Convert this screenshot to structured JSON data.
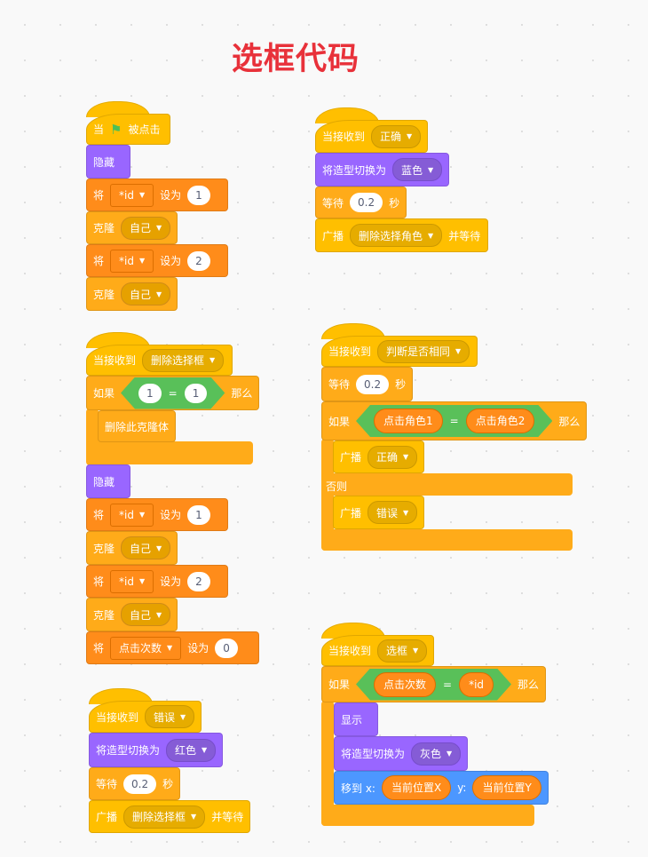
{
  "title": "选框代码",
  "colors": {
    "events": "#ffbf00",
    "looks": "#9966ff",
    "variables": "#ff8c1a",
    "control": "#ffab19",
    "operators": "#59c059",
    "motion": "#4c97ff",
    "title": "#e8313a"
  },
  "scripts": [
    {
      "blocks": [
        {
          "cat": "events",
          "parts": [
            {
              "t": "text",
              "v": "当"
            },
            {
              "t": "flag",
              "v": "green-flag-icon"
            },
            {
              "t": "text",
              "v": "被点击"
            }
          ]
        },
        {
          "cat": "looks",
          "parts": [
            {
              "t": "text",
              "v": "隐藏"
            }
          ]
        },
        {
          "cat": "variables",
          "parts": [
            {
              "t": "text",
              "v": "将"
            },
            {
              "t": "dd",
              "v": "*id"
            },
            {
              "t": "text",
              "v": "设为"
            },
            {
              "t": "num",
              "v": "1"
            }
          ]
        },
        {
          "cat": "control",
          "parts": [
            {
              "t": "text",
              "v": "克隆"
            },
            {
              "t": "dd",
              "v": "自己"
            }
          ]
        },
        {
          "cat": "variables",
          "parts": [
            {
              "t": "text",
              "v": "将"
            },
            {
              "t": "dd",
              "v": "*id"
            },
            {
              "t": "text",
              "v": "设为"
            },
            {
              "t": "num",
              "v": "2"
            }
          ]
        },
        {
          "cat": "control",
          "parts": [
            {
              "t": "text",
              "v": "克隆"
            },
            {
              "t": "dd",
              "v": "自己"
            }
          ]
        }
      ]
    },
    {
      "blocks": [
        {
          "cat": "events",
          "parts": [
            {
              "t": "text",
              "v": "当接收到"
            },
            {
              "t": "dd",
              "v": "删除选择框"
            }
          ]
        },
        {
          "cat": "control",
          "parts": [
            {
              "t": "text",
              "v": "如果"
            },
            {
              "t": "bool",
              "parts": [
                {
                  "t": "num",
                  "v": "1"
                },
                {
                  "t": "text",
                  "v": "="
                },
                {
                  "t": "num",
                  "v": "1"
                }
              ]
            },
            {
              "t": "text",
              "v": "那么"
            }
          ],
          "inner": [
            {
              "cat": "control",
              "parts": [
                {
                  "t": "text",
                  "v": "删除此克隆体"
                }
              ]
            }
          ]
        },
        {
          "cat": "looks",
          "parts": [
            {
              "t": "text",
              "v": "隐藏"
            }
          ]
        },
        {
          "cat": "variables",
          "parts": [
            {
              "t": "text",
              "v": "将"
            },
            {
              "t": "dd",
              "v": "*id"
            },
            {
              "t": "text",
              "v": "设为"
            },
            {
              "t": "num",
              "v": "1"
            }
          ]
        },
        {
          "cat": "control",
          "parts": [
            {
              "t": "text",
              "v": "克隆"
            },
            {
              "t": "dd",
              "v": "自己"
            }
          ]
        },
        {
          "cat": "variables",
          "parts": [
            {
              "t": "text",
              "v": "将"
            },
            {
              "t": "dd",
              "v": "*id"
            },
            {
              "t": "text",
              "v": "设为"
            },
            {
              "t": "num",
              "v": "2"
            }
          ]
        },
        {
          "cat": "control",
          "parts": [
            {
              "t": "text",
              "v": "克隆"
            },
            {
              "t": "dd",
              "v": "自己"
            }
          ]
        },
        {
          "cat": "variables",
          "parts": [
            {
              "t": "text",
              "v": "将"
            },
            {
              "t": "dd",
              "v": "点击次数"
            },
            {
              "t": "text",
              "v": "设为"
            },
            {
              "t": "num",
              "v": "0"
            }
          ]
        }
      ]
    },
    {
      "blocks": [
        {
          "cat": "events",
          "parts": [
            {
              "t": "text",
              "v": "当接收到"
            },
            {
              "t": "dd",
              "v": "错误"
            }
          ]
        },
        {
          "cat": "looks",
          "parts": [
            {
              "t": "text",
              "v": "将造型切换为"
            },
            {
              "t": "dd",
              "v": "红色"
            }
          ]
        },
        {
          "cat": "control",
          "parts": [
            {
              "t": "text",
              "v": "等待"
            },
            {
              "t": "num",
              "v": "0.2"
            },
            {
              "t": "text",
              "v": "秒"
            }
          ]
        },
        {
          "cat": "events",
          "parts": [
            {
              "t": "text",
              "v": "广播"
            },
            {
              "t": "dd",
              "v": "删除选择框"
            },
            {
              "t": "text",
              "v": "并等待"
            }
          ]
        }
      ]
    },
    {
      "blocks": [
        {
          "cat": "events",
          "parts": [
            {
              "t": "text",
              "v": "当接收到"
            },
            {
              "t": "dd",
              "v": "正确"
            }
          ]
        },
        {
          "cat": "looks",
          "parts": [
            {
              "t": "text",
              "v": "将造型切换为"
            },
            {
              "t": "dd",
              "v": "蓝色"
            }
          ]
        },
        {
          "cat": "control",
          "parts": [
            {
              "t": "text",
              "v": "等待"
            },
            {
              "t": "num",
              "v": "0.2"
            },
            {
              "t": "text",
              "v": "秒"
            }
          ]
        },
        {
          "cat": "events",
          "parts": [
            {
              "t": "text",
              "v": "广播"
            },
            {
              "t": "dd",
              "v": "删除选择角色"
            },
            {
              "t": "text",
              "v": "并等待"
            }
          ]
        }
      ]
    },
    {
      "blocks": [
        {
          "cat": "events",
          "parts": [
            {
              "t": "text",
              "v": "当接收到"
            },
            {
              "t": "dd",
              "v": "判断是否相同"
            }
          ]
        },
        {
          "cat": "control",
          "parts": [
            {
              "t": "text",
              "v": "等待"
            },
            {
              "t": "num",
              "v": "0.2"
            },
            {
              "t": "text",
              "v": "秒"
            }
          ]
        },
        {
          "cat": "control",
          "parts": [
            {
              "t": "text",
              "v": "如果"
            },
            {
              "t": "bool",
              "parts": [
                {
                  "t": "rep",
                  "v": "点击角色1"
                },
                {
                  "t": "text",
                  "v": "="
                },
                {
                  "t": "rep",
                  "v": "点击角色2"
                }
              ]
            },
            {
              "t": "text",
              "v": "那么"
            }
          ],
          "inner": [
            {
              "cat": "events",
              "parts": [
                {
                  "t": "text",
                  "v": "广播"
                },
                {
                  "t": "dd",
                  "v": "正确"
                }
              ]
            }
          ],
          "else_label": "否则",
          "else_inner": [
            {
              "cat": "events",
              "parts": [
                {
                  "t": "text",
                  "v": "广播"
                },
                {
                  "t": "dd",
                  "v": "错误"
                }
              ]
            }
          ]
        }
      ]
    },
    {
      "blocks": [
        {
          "cat": "events",
          "parts": [
            {
              "t": "text",
              "v": "当接收到"
            },
            {
              "t": "dd",
              "v": "选框"
            }
          ]
        },
        {
          "cat": "control",
          "parts": [
            {
              "t": "text",
              "v": "如果"
            },
            {
              "t": "bool",
              "parts": [
                {
                  "t": "rep",
                  "v": "点击次数"
                },
                {
                  "t": "text",
                  "v": "="
                },
                {
                  "t": "rep",
                  "v": "*id"
                }
              ]
            },
            {
              "t": "text",
              "v": "那么"
            }
          ],
          "inner": [
            {
              "cat": "looks",
              "parts": [
                {
                  "t": "text",
                  "v": "显示"
                }
              ]
            },
            {
              "cat": "looks",
              "parts": [
                {
                  "t": "text",
                  "v": "将造型切换为"
                },
                {
                  "t": "dd",
                  "v": "灰色"
                }
              ]
            },
            {
              "cat": "motion",
              "parts": [
                {
                  "t": "text",
                  "v": "移到 x:"
                },
                {
                  "t": "rep",
                  "v": "当前位置X"
                },
                {
                  "t": "text",
                  "v": "y:"
                },
                {
                  "t": "rep",
                  "v": "当前位置Y"
                }
              ]
            }
          ]
        }
      ]
    }
  ]
}
